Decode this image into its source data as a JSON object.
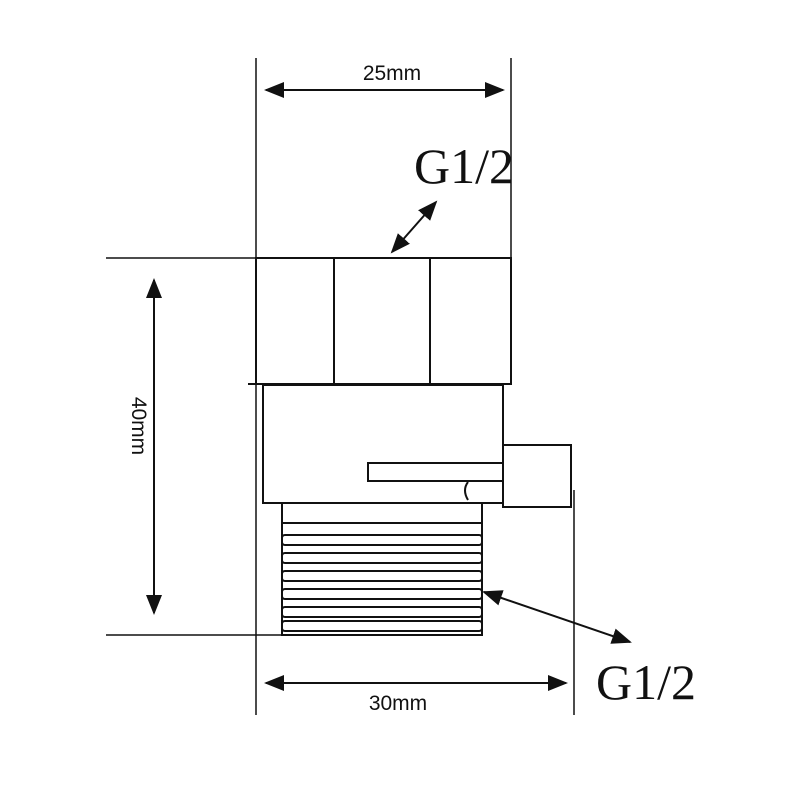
{
  "dimensions": {
    "width_top": "25mm",
    "height": "40mm",
    "width_bottom": "30mm"
  },
  "callouts": {
    "top_thread": "G1/2",
    "bottom_thread": "G1/2"
  }
}
